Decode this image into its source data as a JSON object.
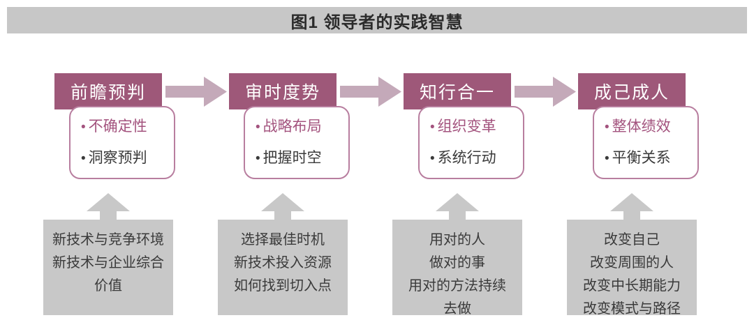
{
  "banner": {
    "title": "图1 领导者的实践智慧"
  },
  "bullet_char": "•",
  "colors": {
    "banner_bg": "#c7c7c7",
    "banner_text": "#2b2b2b",
    "header_bg": "#9e5879",
    "header_text": "#ffffff",
    "accent_text": "#a3537e",
    "dark_text": "#3a3a3a",
    "box_border": "#b87e9f",
    "flow_arrow": "#c4a9b9",
    "gray_box_bg": "#c8c8c8"
  },
  "columns": [
    {
      "header": "前瞻预判",
      "bullets": [
        {
          "text": "不确定性"
        },
        {
          "text": "洞察预判"
        }
      ],
      "foundation": [
        "新技术与竞争环境",
        "新技术与企业综合",
        "价值"
      ]
    },
    {
      "header": "审时度势",
      "bullets": [
        {
          "text": "战略布局"
        },
        {
          "text": "把握时空"
        }
      ],
      "foundation": [
        "选择最佳时机",
        "新技术投入资源",
        "如何找到切入点"
      ]
    },
    {
      "header": "知行合一",
      "bullets": [
        {
          "text": "组织变革"
        },
        {
          "text": "系统行动"
        }
      ],
      "foundation": [
        "用对的人",
        "做对的事",
        "用对的方法持续",
        "去做"
      ]
    },
    {
      "header": "成己成人",
      "bullets": [
        {
          "text": "整体绩效"
        },
        {
          "text": "平衡关系"
        }
      ],
      "foundation": [
        "改变自己",
        "改变周围的人",
        "改变中长期能力",
        "改变模式与路径"
      ]
    }
  ]
}
